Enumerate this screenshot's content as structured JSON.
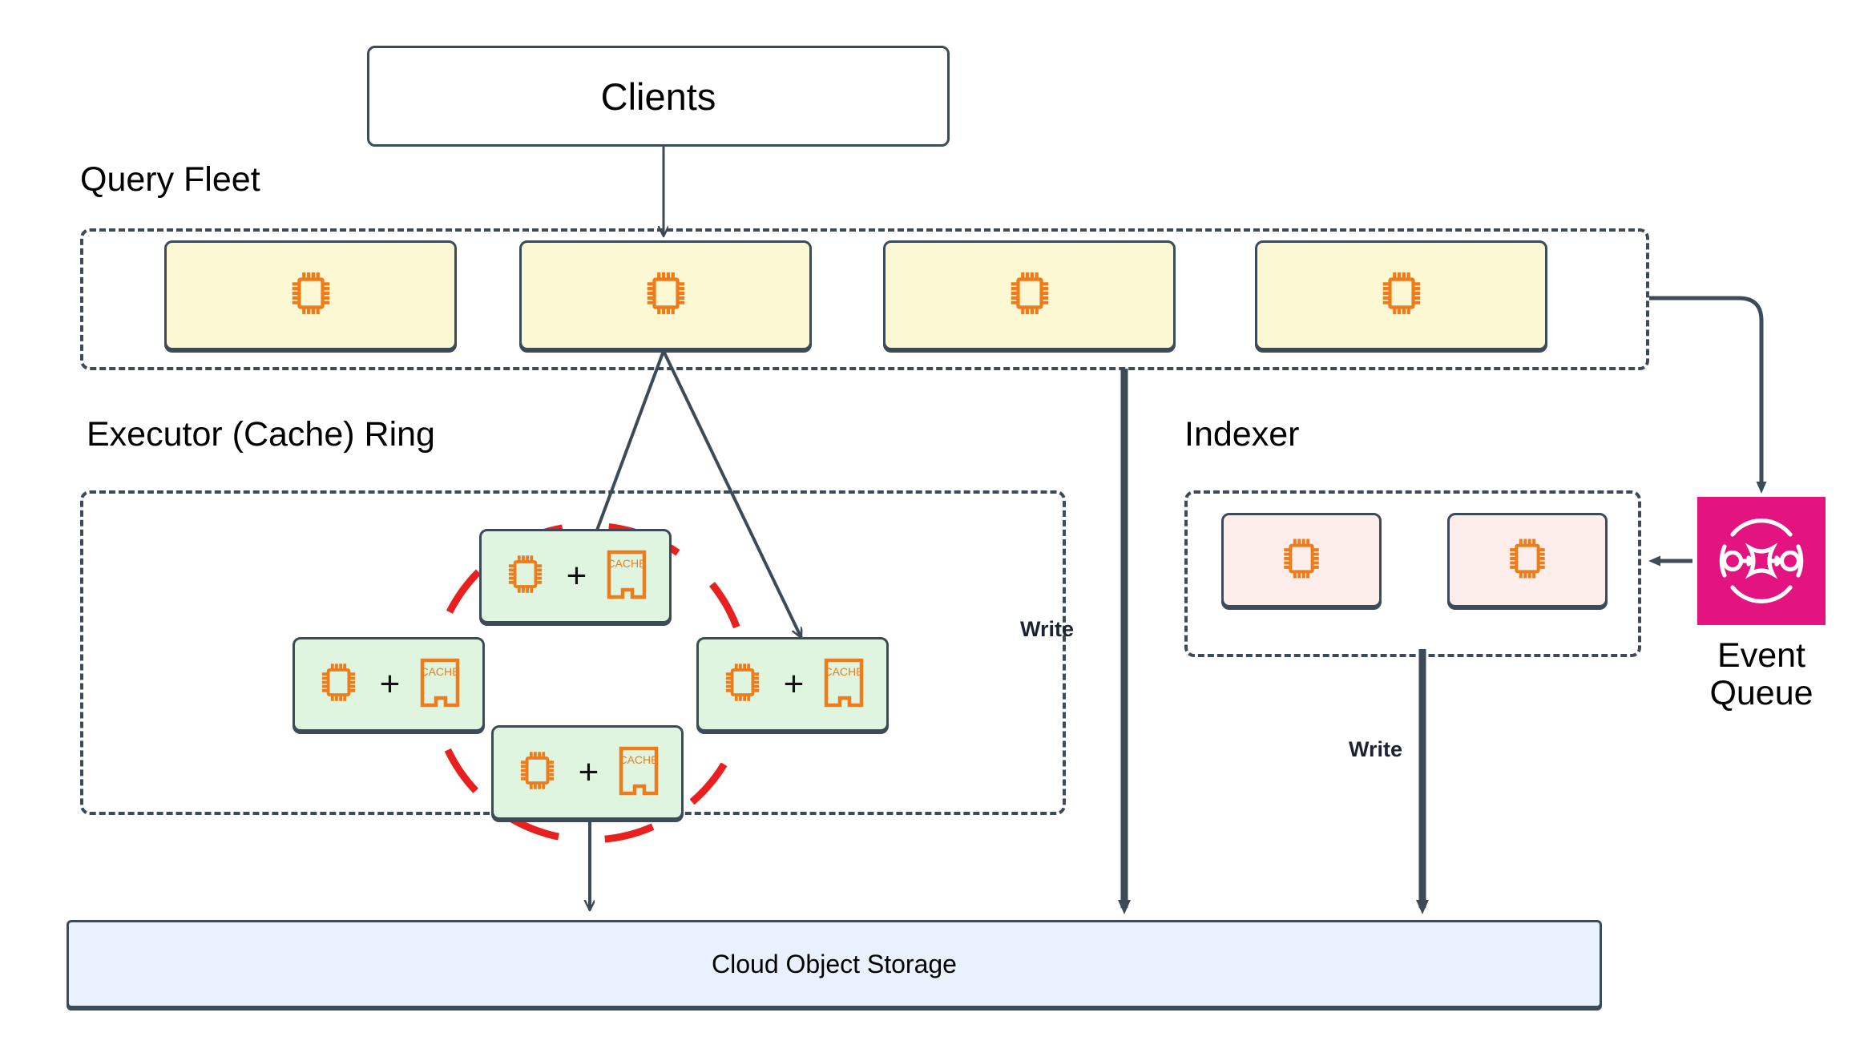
{
  "diagram": {
    "title_node": {
      "label": "Clients"
    },
    "groups": [
      {
        "id": "query-fleet",
        "label": "Query Fleet"
      },
      {
        "id": "executor-ring",
        "label": "Executor (Cache) Ring"
      },
      {
        "id": "indexer",
        "label": "Indexer"
      }
    ],
    "query_fleet": {
      "label": "Query Fleet",
      "nodes": [
        {
          "id": "query-node-1",
          "icon": "cpu-icon"
        },
        {
          "id": "query-node-2",
          "icon": "cpu-icon"
        },
        {
          "id": "query-node-3",
          "icon": "cpu-icon"
        },
        {
          "id": "query-node-4",
          "icon": "cpu-icon"
        }
      ]
    },
    "executor_ring": {
      "label": "Executor (Cache) Ring",
      "nodes": [
        {
          "id": "executor-node-top",
          "icon": "cpu-icon",
          "operator": "+",
          "cache_label": "CACHE"
        },
        {
          "id": "executor-node-left",
          "icon": "cpu-icon",
          "operator": "+",
          "cache_label": "CACHE"
        },
        {
          "id": "executor-node-right",
          "icon": "cpu-icon",
          "operator": "+",
          "cache_label": "CACHE"
        },
        {
          "id": "executor-node-bottom",
          "icon": "cpu-icon",
          "operator": "+",
          "cache_label": "CACHE"
        }
      ],
      "ring_color": "#e8201f"
    },
    "indexer": {
      "label": "Indexer",
      "nodes": [
        {
          "id": "indexer-node-1",
          "icon": "cpu-icon"
        },
        {
          "id": "indexer-node-2",
          "icon": "cpu-icon"
        }
      ]
    },
    "event_queue": {
      "label_line1": "Event",
      "label_line2": "Queue",
      "icon": "eventbridge-icon",
      "color": "#e3137f"
    },
    "storage": {
      "label": "Cloud Object Storage"
    },
    "edge_labels": {
      "write_query_to_storage": "Write",
      "write_indexer_to_storage": "Write"
    },
    "colors": {
      "stroke": "#3d4a57",
      "query_node_fill": "#fcf8d3",
      "executor_node_fill": "#e0f5e0",
      "indexer_node_fill": "#fdeeec",
      "storage_fill": "#e9f1fc",
      "icon_orange": "#ed7d1c",
      "ring_red": "#e8201f",
      "event_queue": "#e3137f"
    }
  }
}
